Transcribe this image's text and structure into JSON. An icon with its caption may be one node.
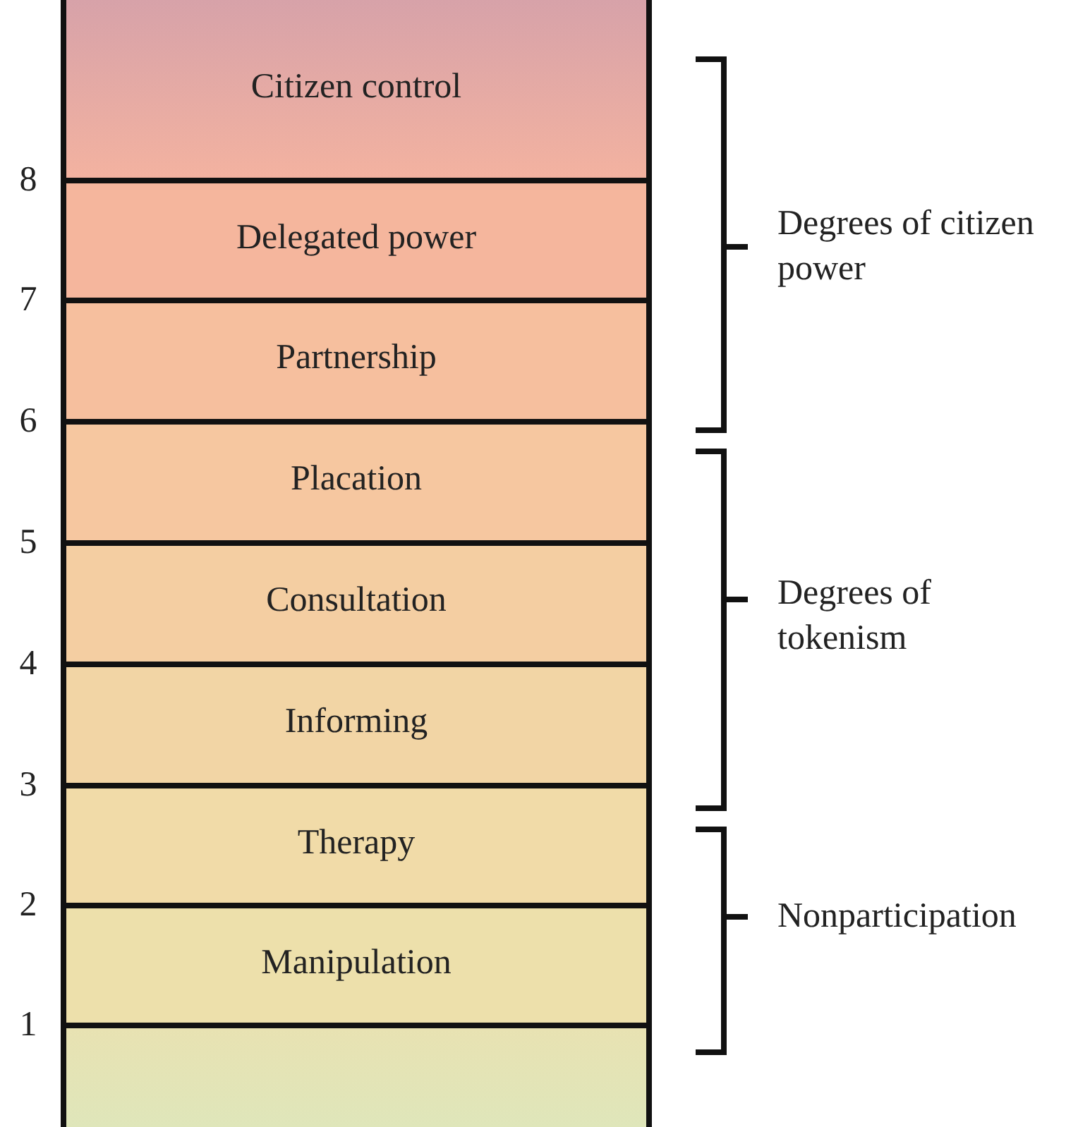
{
  "diagram": {
    "nodes": [
      {
        "text": [
          "Citizen control"
        ]
      },
      {
        "text": [
          "Delegated power"
        ]
      },
      {
        "text": [
          "Partnership"
        ]
      },
      {
        "text": [
          "Placation"
        ]
      },
      {
        "text": [
          "Consultation"
        ]
      },
      {
        "text": [
          "Informing"
        ]
      },
      {
        "text": [
          "Therapy"
        ]
      },
      {
        "text": [
          "Manipulation"
        ]
      },
      {
        "text": [],
        "shape": "box"
      }
    ],
    "edges": [],
    "labels": [
      "8",
      "7",
      "6",
      "5",
      "4",
      "3",
      "2",
      "1",
      "Degrees of citizen power",
      "Degrees of tokenism",
      "Nonparticipation"
    ]
  }
}
